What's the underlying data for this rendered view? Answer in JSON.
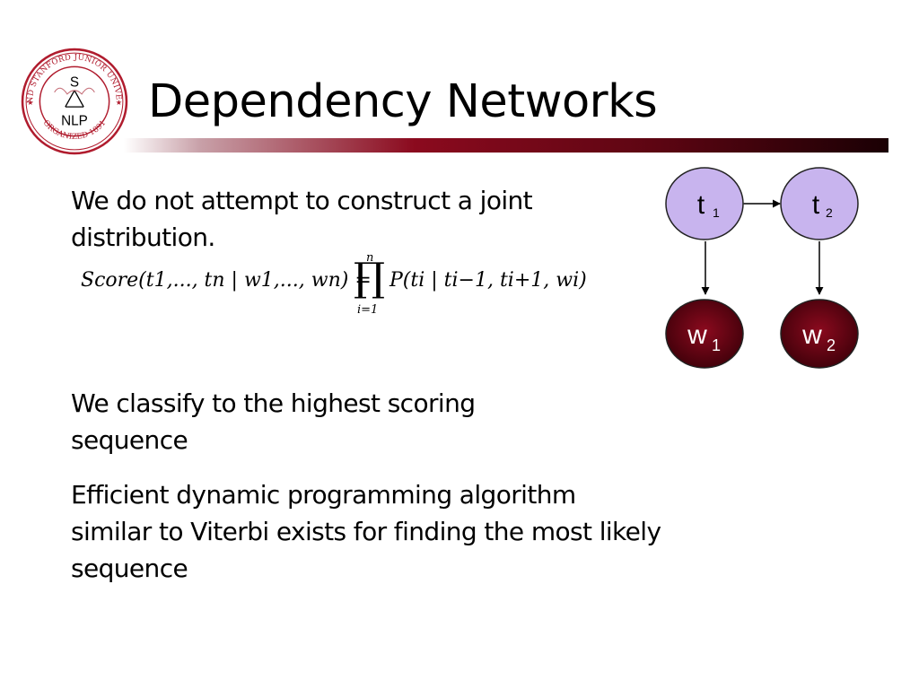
{
  "slide": {
    "title": "Dependency Networks",
    "paragraphs": [
      "We do not attempt to construct a joint distribution.",
      "We classify to the highest scoring sequence",
      "Efficient dynamic programming algorithm similar to Viterbi exists for finding the most likely sequence"
    ]
  },
  "logo": {
    "ring_text": "LELAND STANFORD JUNIOR UNIVERSITY",
    "bottom_text": "ORGANIZED 1891",
    "center_top": "S",
    "center_bottom": "NLP"
  },
  "equation": {
    "lhs": "Score(t1,..., tn | w1,..., wn) =",
    "product_upper": "n",
    "product_lower": "i=1",
    "rhs": "P(ti | ti−1, ti+1, wi)"
  },
  "diagram": {
    "colors": {
      "tag_fill": "#c8b4ee",
      "word_fill": "#8b0a1e",
      "edge": "#000000"
    },
    "nodes": [
      {
        "id": "t1",
        "base": "t",
        "sub": "1"
      },
      {
        "id": "t2",
        "base": "t",
        "sub": "2"
      },
      {
        "id": "w1",
        "base": "w",
        "sub": "1"
      },
      {
        "id": "w2",
        "base": "w",
        "sub": "2"
      }
    ]
  }
}
